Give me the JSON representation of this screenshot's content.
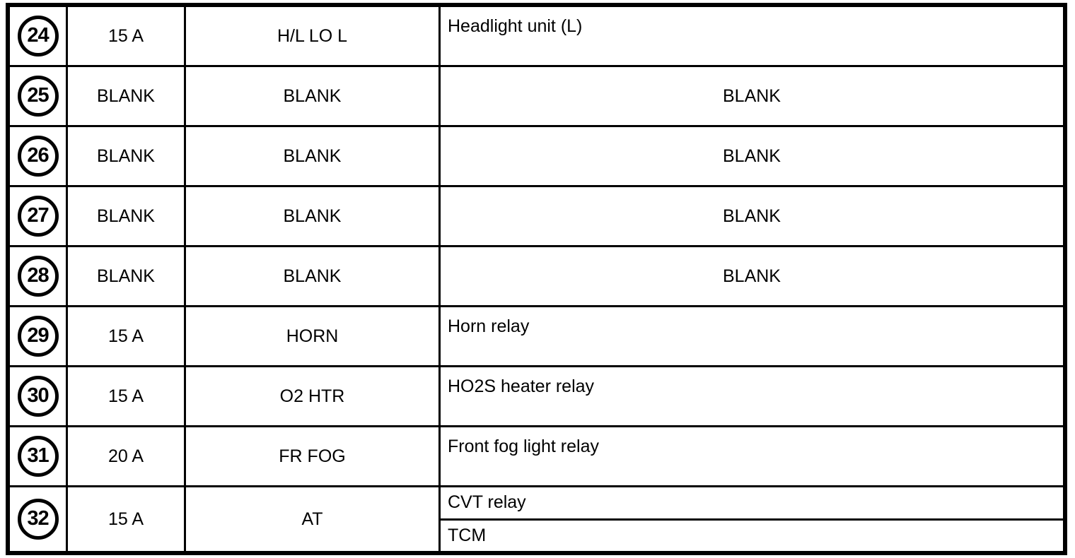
{
  "colors": {
    "background": "#ffffff",
    "line": "#000000",
    "text": "#000000"
  },
  "table": {
    "description": "fuse block table rows 24-32",
    "rows": [
      {
        "number": "24",
        "rating": "15 A",
        "name": "H/L LO L",
        "descriptions": [
          "Headlight unit (L)"
        ]
      },
      {
        "number": "25",
        "rating": "BLANK",
        "name": "BLANK",
        "descriptions": [
          "BLANK"
        ]
      },
      {
        "number": "26",
        "rating": "BLANK",
        "name": "BLANK",
        "descriptions": [
          "BLANK"
        ]
      },
      {
        "number": "27",
        "rating": "BLANK",
        "name": "BLANK",
        "descriptions": [
          "BLANK"
        ]
      },
      {
        "number": "28",
        "rating": "BLANK",
        "name": "BLANK",
        "descriptions": [
          "BLANK"
        ]
      },
      {
        "number": "29",
        "rating": "15 A",
        "name": "HORN",
        "descriptions": [
          "Horn relay"
        ]
      },
      {
        "number": "30",
        "rating": "15 A",
        "name": "O2 HTR",
        "descriptions": [
          "HO2S heater relay"
        ]
      },
      {
        "number": "31",
        "rating": "20 A",
        "name": "FR FOG",
        "descriptions": [
          "Front fog light relay"
        ]
      },
      {
        "number": "32",
        "rating": "15 A",
        "name": "AT",
        "descriptions": [
          "CVT relay",
          "TCM"
        ]
      }
    ]
  }
}
